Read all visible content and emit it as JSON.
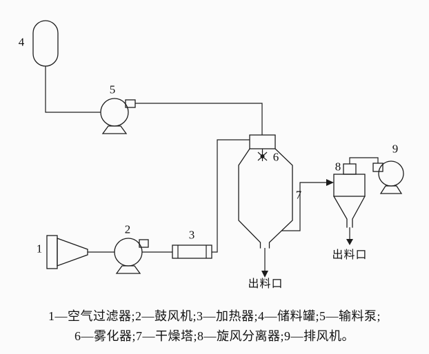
{
  "page": {
    "background": "#fbfbfb",
    "line_color": "#1c1c1c"
  },
  "labels": {
    "l1": "1",
    "l2": "2",
    "l3": "3",
    "l4": "4",
    "l5": "5",
    "l6": "6",
    "l7": "7",
    "l8": "8",
    "l9": "9"
  },
  "outlets": {
    "tower": "出料口",
    "cyclone": "出料口"
  },
  "caption": {
    "line1": "1—空气过滤器;2—鼓风机;3—加热器;4—储料罐;5—输料泵;",
    "line2": "6—雾化器;7—干燥塔;8—旋风分离器;9—排风机。"
  }
}
